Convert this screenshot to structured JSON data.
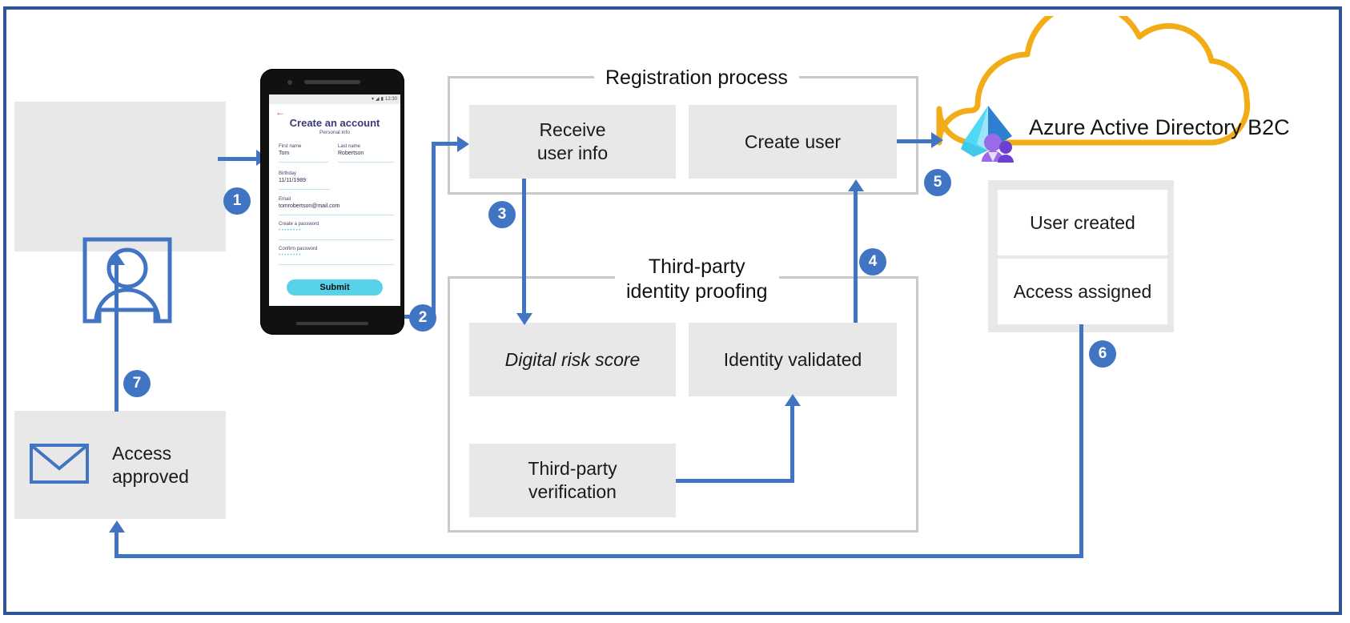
{
  "diagram": {
    "title": "Azure AD B2C identity proofing registration flow",
    "frame_color": "#2e5596",
    "accent_blue": "#4175c4",
    "box_gray": "#e8e8e8",
    "cloud_color": "#f2ac17"
  },
  "user_box": {
    "icon": "user-avatar-icon"
  },
  "phone": {
    "status_time": "12:30",
    "status_icons": [
      "wifi-icon",
      "signal-icon",
      "battery-icon"
    ],
    "back_icon": "back-arrow-icon",
    "form_title": "Create an account",
    "form_subtitle": "Personal info",
    "fields": [
      {
        "label": "First name",
        "value": "Tom"
      },
      {
        "label": "Last name",
        "value": "Robertson"
      },
      {
        "label": "Birthday",
        "value": "11/11/1989"
      },
      {
        "label": "Email",
        "value": "tomrobertson@mail.com"
      },
      {
        "label": "Create a password",
        "value": "••••••••"
      },
      {
        "label": "Confirm password",
        "value": "••••••••"
      }
    ],
    "submit_label": "Submit"
  },
  "registration_group": {
    "title": "Registration process",
    "boxes": [
      {
        "label": "Receive\nuser info"
      },
      {
        "label": "Create user"
      }
    ]
  },
  "third_party_group": {
    "title": "Third-party\nidentity proofing",
    "boxes": [
      {
        "label": "Digital risk score",
        "italic": true
      },
      {
        "label": "Identity validated",
        "italic": false
      },
      {
        "label": "Third-party\nverification",
        "italic": false
      }
    ]
  },
  "cloud": {
    "label": "Azure Active Directory B2C",
    "logo": "azure-ad-logo"
  },
  "results": {
    "boxes": [
      {
        "label": "User created"
      },
      {
        "label": "Access assigned"
      }
    ]
  },
  "access_approved": {
    "icon": "envelope-icon",
    "label": "Access\napproved"
  },
  "steps": [
    {
      "n": "1"
    },
    {
      "n": "2"
    },
    {
      "n": "3"
    },
    {
      "n": "4"
    },
    {
      "n": "5"
    },
    {
      "n": "6"
    },
    {
      "n": "7"
    }
  ]
}
